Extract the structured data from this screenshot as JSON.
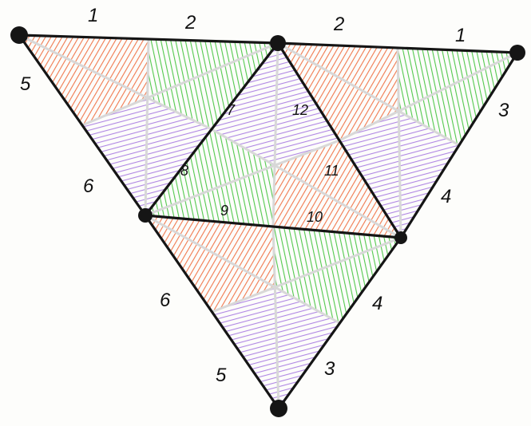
{
  "colors": {
    "paper": "#fdfdfb",
    "edge": "#151515",
    "subdivision": "#d8d8d8",
    "orange": "#ee6a3c",
    "green": "#3fc23a",
    "purple": "#a77ae0"
  },
  "edge_labels": {
    "top_left_1": "1",
    "top_left_2": "2",
    "top_right_2": "2",
    "top_right_1": "1",
    "left_5": "5",
    "left_6": "6",
    "right_3": "3",
    "right_4": "4",
    "lower_left_6": "6",
    "lower_left_5": "5",
    "lower_right_4": "4",
    "lower_right_3": "3",
    "inner_7": "7",
    "inner_8": "8",
    "inner_9": "9",
    "inner_10": "10",
    "inner_11": "11",
    "inner_12": "12"
  },
  "triangles": [
    {
      "id": "top-left",
      "hatch": [
        "orange",
        "green",
        "purple"
      ]
    },
    {
      "id": "center",
      "hatch": [
        "purple",
        "orange",
        "green"
      ]
    },
    {
      "id": "top-right",
      "hatch": [
        "orange",
        "green",
        "purple"
      ]
    },
    {
      "id": "bottom",
      "hatch": [
        "orange",
        "green",
        "purple"
      ]
    }
  ]
}
